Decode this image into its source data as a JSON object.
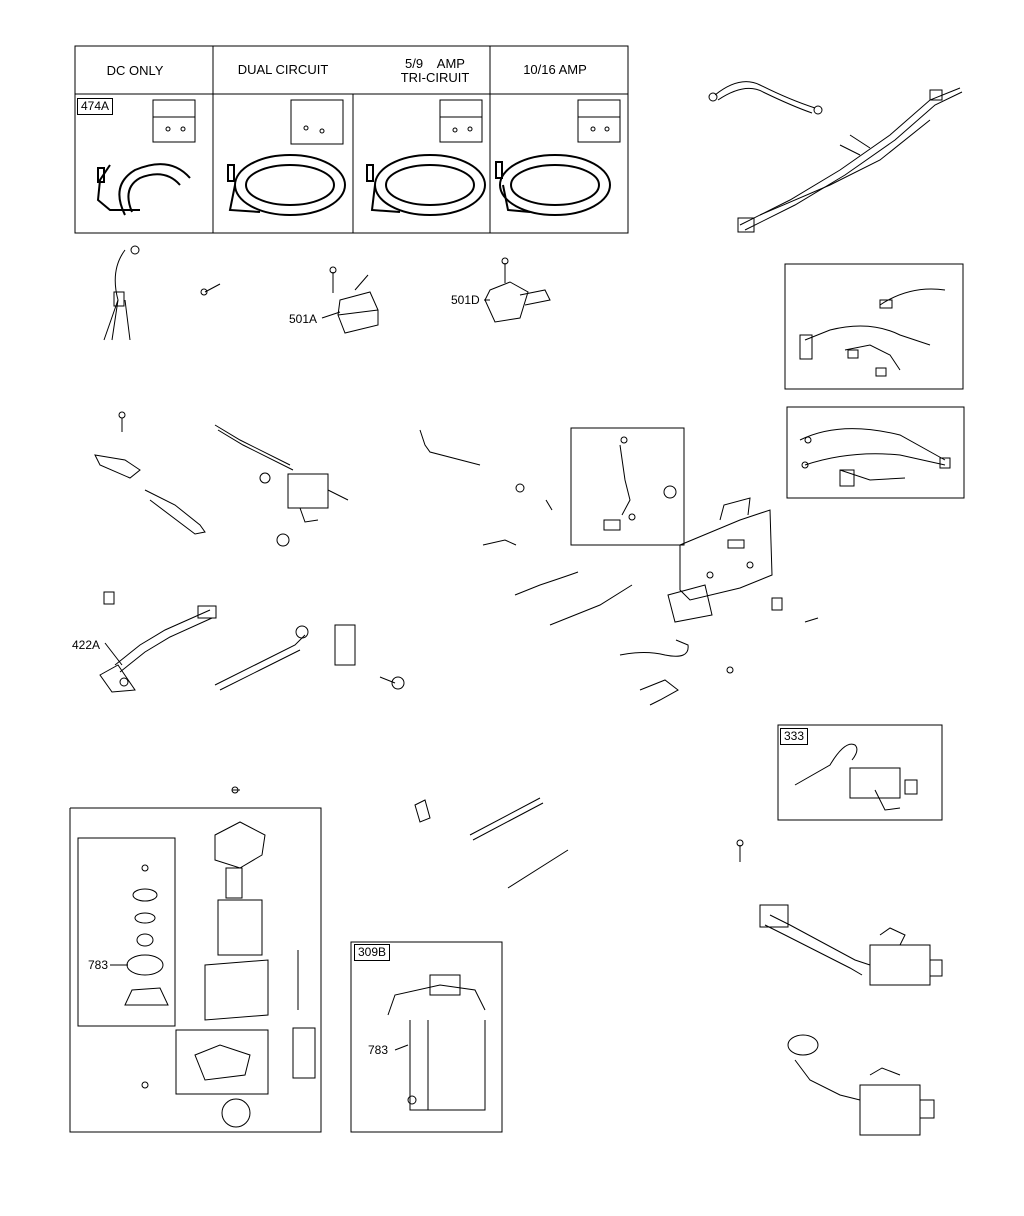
{
  "table_headers": {
    "dc_only": "DC ONLY",
    "dual_circuit": "DUAL CIRCUIT",
    "tri_circuit_line1": "5/9    AMP",
    "tri_circuit_line2": "TRI-CIRUIT",
    "amp_10_16": "10/16 AMP"
  },
  "callouts": {
    "alternator_box": "474A",
    "rectifier_1": "501A",
    "rectifier_2": "501D",
    "ground_wire": "422A",
    "ignition_coil_box": "333",
    "starter_gear_1": "783",
    "starter_box": "309B",
    "starter_gear_2": "783"
  },
  "icons": [
    "alternator-stator",
    "wire-harness",
    "rectifier",
    "solenoid",
    "throttle-control-bracket",
    "ignition-coil",
    "starter-motor",
    "screw"
  ]
}
